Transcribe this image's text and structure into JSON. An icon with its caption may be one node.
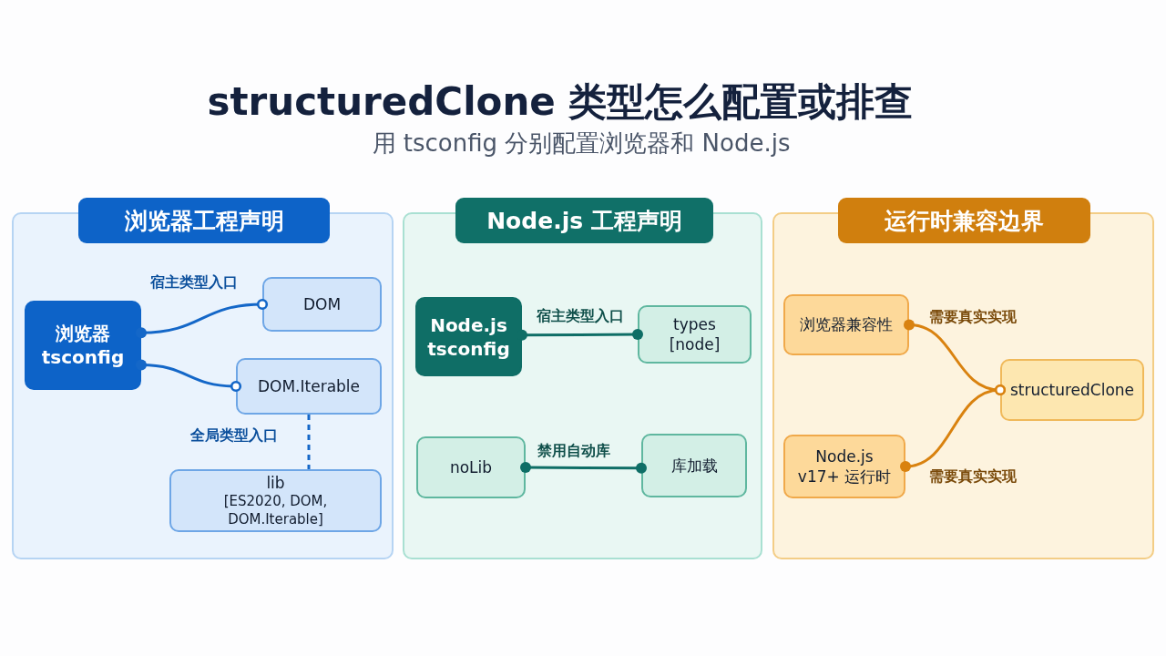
{
  "diagram": {
    "title": "structuredClone 类型怎么配置或排查",
    "nodes": [
      {
        "text": [
          "浏览器工程声明"
        ]
      },
      {
        "text": [
          "浏览器 tsconfig"
        ],
        "in": 0
      },
      {
        "text": [
          "DOM"
        ],
        "in": 0
      },
      {
        "text": [
          "DOM.Iterable"
        ],
        "in": 0
      },
      {
        "text": [
          "lib",
          "[ES2020, DOM, DOM.Iterable]"
        ],
        "in": 0
      },
      {
        "text": [
          "Node.js 工程声明"
        ]
      },
      {
        "text": [
          "Node.js tsconfig"
        ],
        "in": 5
      },
      {
        "text": [
          "types [node]"
        ],
        "in": 5
      },
      {
        "text": [
          "noLib"
        ],
        "in": 5
      },
      {
        "text": [
          "库加载"
        ],
        "in": 5
      },
      {
        "text": [
          "运行时兼容边界"
        ]
      },
      {
        "text": [
          "浏览器兼容性"
        ],
        "in": 10
      },
      {
        "text": [
          "Node.js v17+ 运行时"
        ],
        "in": 10
      },
      {
        "text": [
          "structuredClone"
        ],
        "in": 10
      }
    ],
    "edges": [
      {
        "from": 1,
        "to": 2,
        "arrow": "other",
        "label": "宿主类型入口",
        "color": "#1467c8"
      },
      {
        "from": 1,
        "to": 3,
        "arrow": "other",
        "color": "#1467c8"
      },
      {
        "from": 3,
        "to": 4,
        "arrow": "none",
        "label": "全局类型入口",
        "style": "dashed",
        "color": "#1467c8"
      },
      {
        "from": 6,
        "to": 7,
        "arrow": "other",
        "label": "宿主类型入口",
        "color": "#0f6e66"
      },
      {
        "from": 8,
        "to": 9,
        "arrow": "other",
        "label": "禁用自动库",
        "color": "#0f6e66"
      },
      {
        "from": 11,
        "to": 13,
        "arrow": "other",
        "label": "需要真实实现",
        "color": "#d9820f"
      },
      {
        "from": 12,
        "to": 13,
        "arrow": "other",
        "label": "需要真实实现",
        "color": "#d9820f"
      }
    ],
    "labels": [
      "用 tsconfig 分别配置浏览器和 Node.js"
    ]
  }
}
